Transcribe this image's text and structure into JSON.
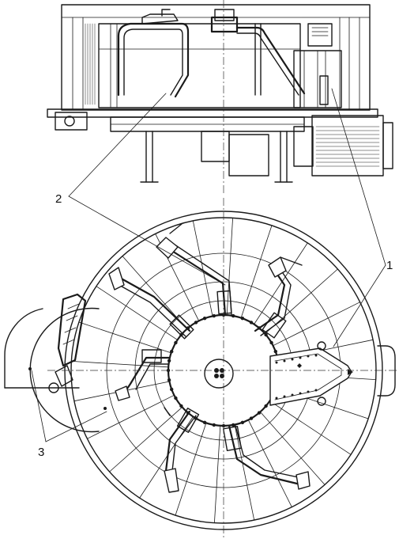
{
  "labels": {
    "item_1": "1",
    "item_2": "2",
    "item_3": "3"
  },
  "colors": {
    "ink": "#1a1a1a",
    "paper": "#ffffff"
  }
}
